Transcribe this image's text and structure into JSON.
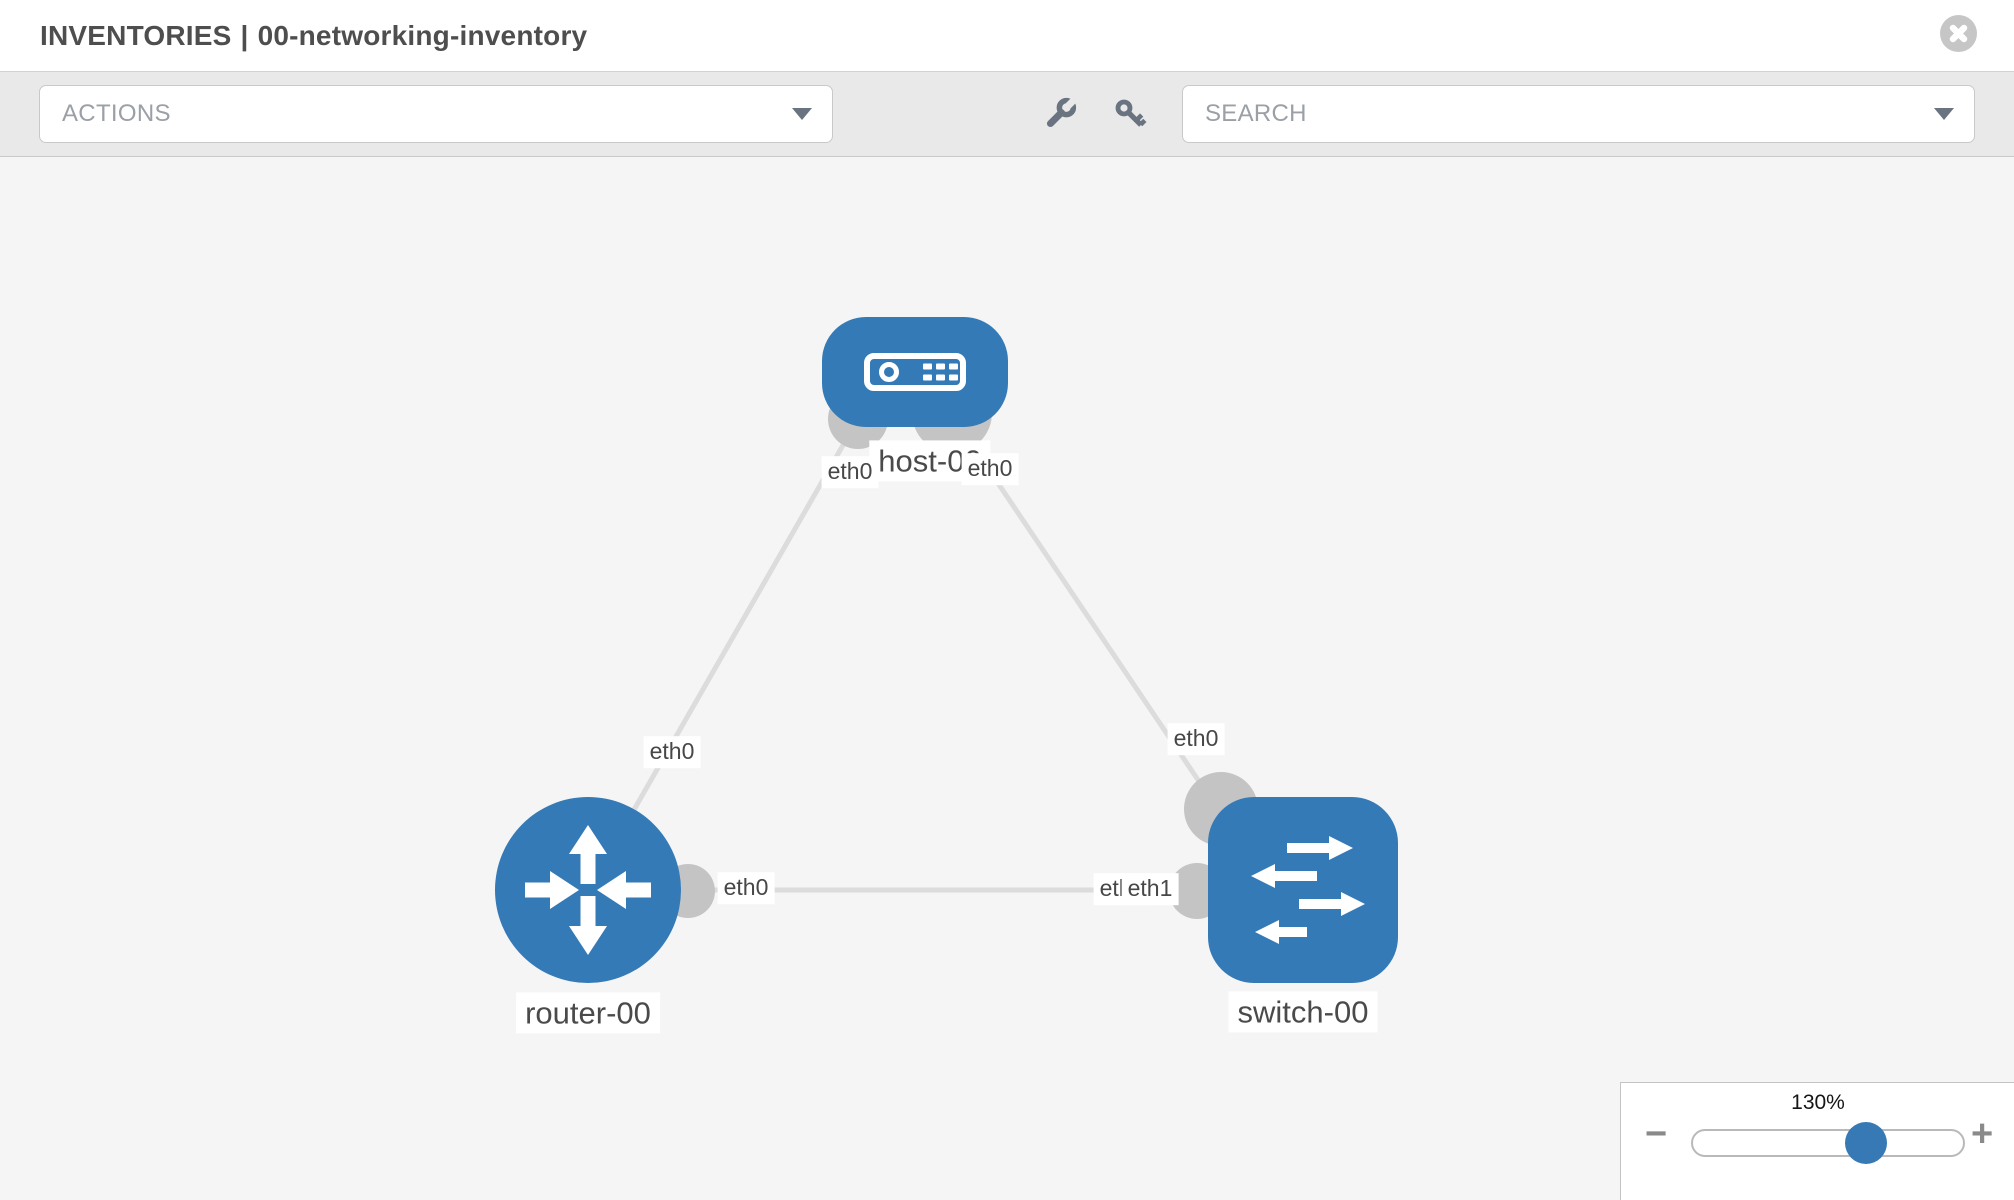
{
  "header": {
    "section_title": "INVENTORIES",
    "divider": "|",
    "inventory_name": "00-networking-inventory",
    "close_icon": "circle-x-icon"
  },
  "toolbar": {
    "actions_label": "ACTIONS",
    "search_label": "SEARCH",
    "tool_icons": [
      "wrench-icon",
      "key-icon"
    ]
  },
  "canvas": {
    "nodes": [
      {
        "id": "host-00",
        "type": "host",
        "label": "host-00"
      },
      {
        "id": "router-00",
        "type": "router",
        "label": "router-00"
      },
      {
        "id": "switch-00",
        "type": "switch",
        "label": "switch-00"
      }
    ],
    "links": [
      {
        "source": "host-00",
        "source_interface": "eth0",
        "target": "router-00",
        "target_interface": "eth0"
      },
      {
        "source": "host-00",
        "source_interface": "eth0",
        "target": "switch-00",
        "target_interface": "eth0"
      },
      {
        "source": "router-00",
        "source_interface": "eth0",
        "target": "switch-00",
        "target_interface": "eth1"
      }
    ],
    "interface_labels": [
      {
        "id": "host-left",
        "text": "eth0"
      },
      {
        "id": "host-right",
        "text": "eth0"
      },
      {
        "id": "host-router-mid",
        "text": "eth0"
      },
      {
        "id": "host-switch-mid",
        "text": "eth0"
      },
      {
        "id": "router-switch-near-router",
        "text": "eth0"
      },
      {
        "id": "router-switch-near-switch-back",
        "text": "eth0"
      },
      {
        "id": "router-switch-near-switch-front",
        "text": "eth1"
      }
    ]
  },
  "zoom_control": {
    "level": "130%",
    "zoom_out_glyph": "−",
    "zoom_in_glyph": "+"
  },
  "colors": {
    "node_fill": "#337ab7",
    "link": "#dcdcdc",
    "port_bubble": "#c4c4c4",
    "slider_thumb": "#3779b5",
    "toolbar_bg": "#e9e9e9",
    "canvas_bg": "#f5f5f5"
  }
}
